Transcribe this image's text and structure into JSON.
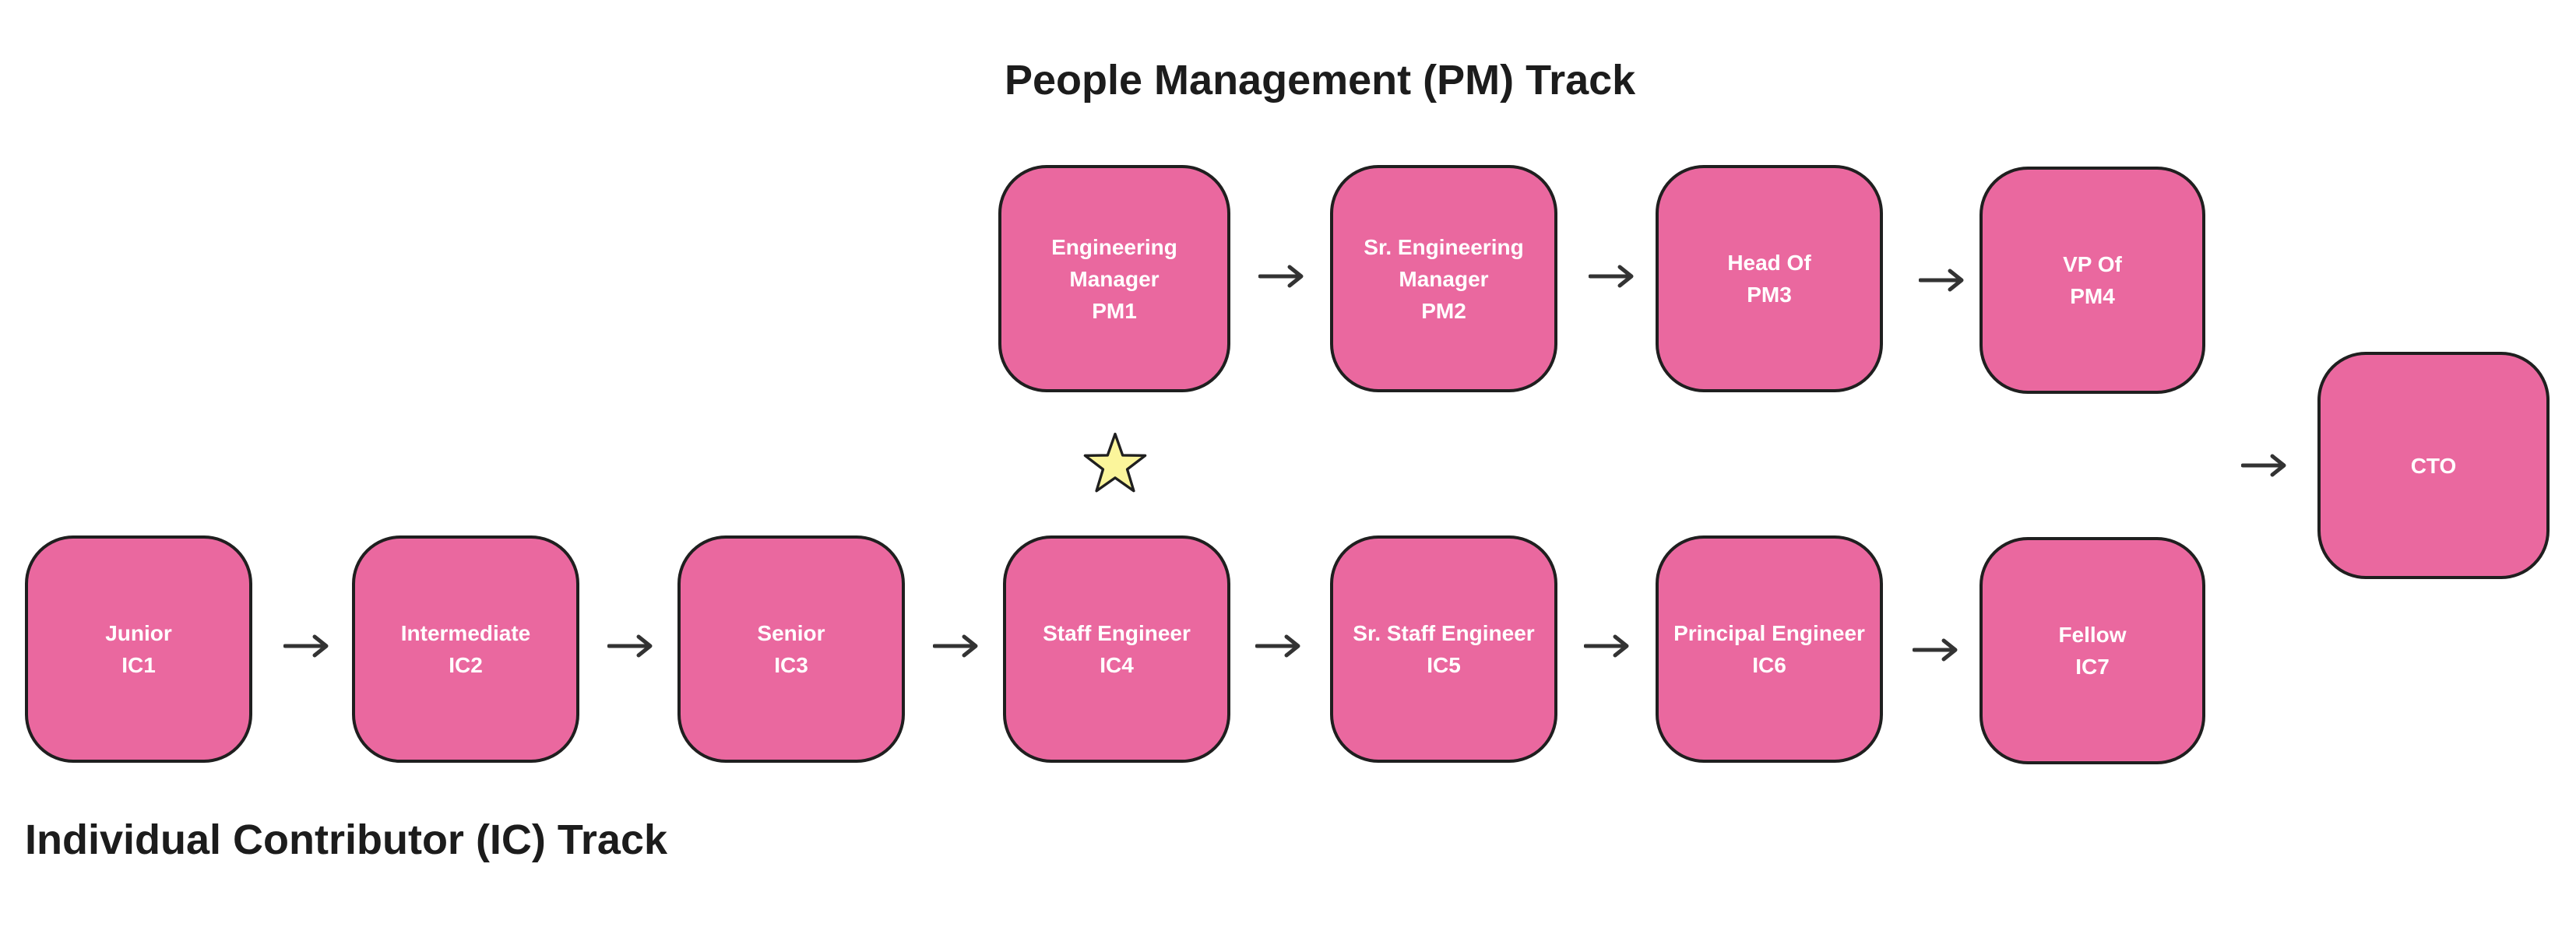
{
  "pm_track": {
    "title": "People Management (PM) Track",
    "nodes": [
      {
        "label": "Engineering\nManager\nPM1"
      },
      {
        "label": "Sr. Engineering\nManager\nPM2"
      },
      {
        "label": "Head Of\nPM3"
      },
      {
        "label": "VP Of\nPM4"
      }
    ]
  },
  "ic_track": {
    "title": "Individual Contributor (IC) Track",
    "nodes": [
      {
        "label": "Junior\nIC1"
      },
      {
        "label": "Intermediate\nIC2"
      },
      {
        "label": "Senior\nIC3"
      },
      {
        "label": "Staff Engineer\nIC4"
      },
      {
        "label": "Sr. Staff Engineer\nIC5"
      },
      {
        "label": "Principal Engineer\nIC6"
      },
      {
        "label": "Fellow\nIC7"
      }
    ]
  },
  "final_node": {
    "label": "CTO"
  },
  "colors": {
    "node_fill": "#ea689f",
    "node_border": "#1f1f1f",
    "node_text": "#ffffff",
    "star_fill": "#fbf59b",
    "arrow": "#333333"
  },
  "icons": {
    "branch_marker": "star-icon"
  }
}
